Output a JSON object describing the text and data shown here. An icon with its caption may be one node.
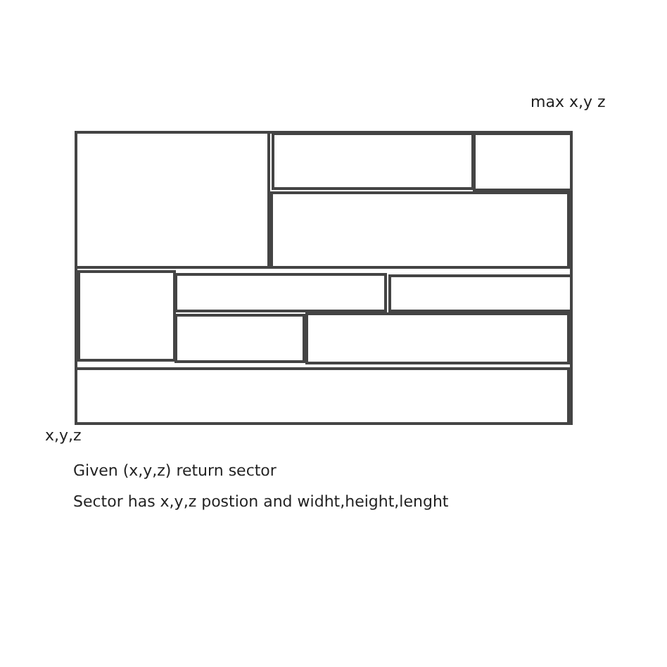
{
  "diagram": {
    "nodes": [
      {
        "text": [],
        "shape": "box"
      },
      {
        "text": [],
        "shape": "box",
        "in": 0
      },
      {
        "text": [],
        "shape": "box",
        "in": 0
      },
      {
        "text": [],
        "shape": "box",
        "in": 0
      },
      {
        "text": [],
        "shape": "box",
        "in": 0
      },
      {
        "text": [],
        "shape": "box",
        "in": 0
      },
      {
        "text": [],
        "shape": "box",
        "in": 0
      },
      {
        "text": [],
        "shape": "box",
        "in": 0
      },
      {
        "text": [],
        "shape": "box",
        "in": 0
      },
      {
        "text": [],
        "shape": "box",
        "in": 0
      },
      {
        "text": [],
        "shape": "box",
        "in": 0
      }
    ],
    "labels": [
      "max x,y z",
      "x,y,z",
      "Given (x,y,z) return sector",
      "Sector has x,y,z postion and widht,height,lenght"
    ]
  }
}
